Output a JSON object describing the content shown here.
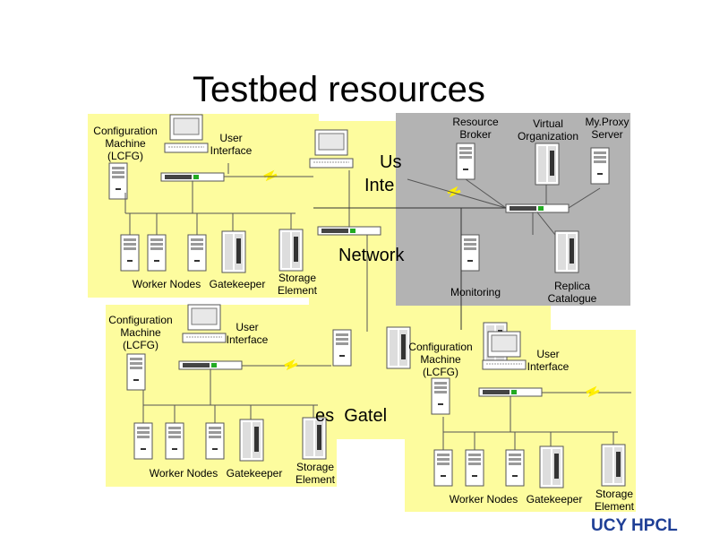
{
  "title": "Testbed resources",
  "footer": "UCY HPCL",
  "colors": {
    "panel": "#fdfc9e",
    "grey_panel": "#b3b3b3",
    "footer": "#1f3f96",
    "zigzag": "#ffee00"
  },
  "center": {
    "user_interface": "User Interface",
    "user_fragment_1": "Us",
    "user_fragment_2": "Inte",
    "network": "Network",
    "bottom_fragment": "es  Gatel"
  },
  "grid_panel": {
    "resource_broker": "Resource\nBroker",
    "virtual_org": "Virtual\nOrganization",
    "myproxy": "My.Proxy\nServer",
    "monitoring": "Monitoring",
    "replica": "Replica\nCatalogue"
  },
  "site": {
    "config": "Configuration\nMachine\n(LCFG)",
    "user": "User\nInterface",
    "workers": "Worker Nodes",
    "gatekeeper": "Gatekeeper",
    "storage": "Storage\nElement"
  }
}
